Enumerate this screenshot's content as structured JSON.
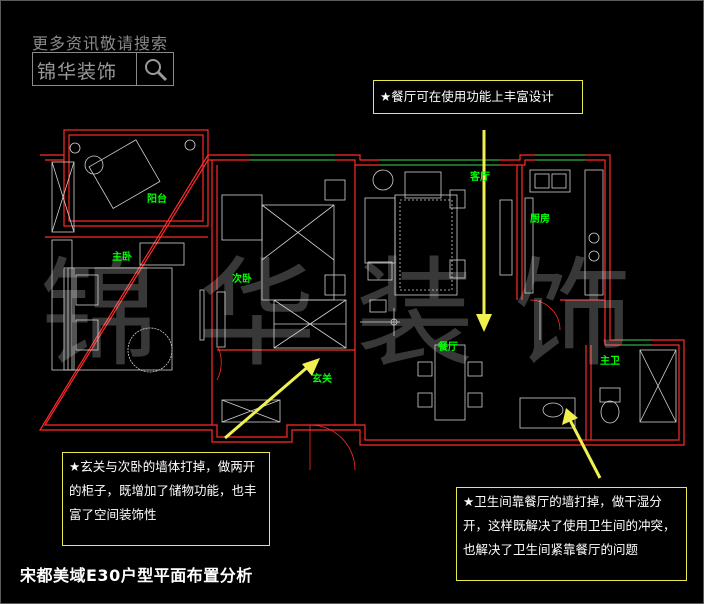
{
  "watermark": {
    "top_text": "更多资讯敬请搜索",
    "brand": "锦华装饰",
    "big": "锦华装饰",
    "search_icon": "magnifier-icon"
  },
  "title": "宋都美域E30户型平面布置分析",
  "notes": {
    "dining": "★餐厅可在使用功能上丰富设计",
    "foyer": "★玄关与次卧的墙体打掉，做两开的柜子，既增加了储物功能，也丰富了空间装饰性",
    "bath": "★卫生间靠餐厅的墙打掉，做干湿分开，这样既解决了使用卫生间的冲突，也解决了卫生间紧靠餐厅的问题"
  },
  "rooms": {
    "balcony": "阳台",
    "master": "主卧",
    "second": "次卧",
    "living": "客厅",
    "kitchen": "厨房",
    "dining": "餐厅",
    "foyer": "玄关",
    "master_bath": "主卫"
  },
  "colors": {
    "wall": "#ff2a2a",
    "furniture": "#d0d0d0",
    "label": "#00ff00",
    "arrow": "#f0f050",
    "note_border": "#e8e84a",
    "window": "#00cc44"
  }
}
